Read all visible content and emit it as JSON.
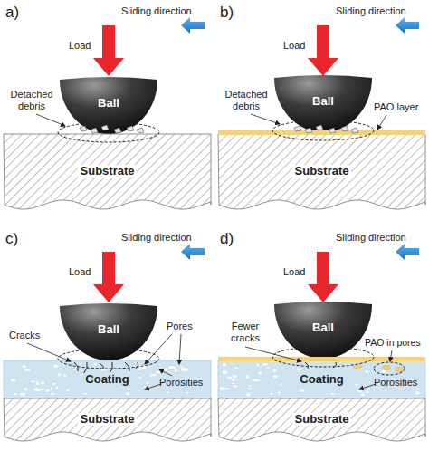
{
  "diagram": {
    "nodes": [
      {
        "text": [
          "Ball"
        ]
      },
      {
        "text": [
          "Substrate"
        ]
      },
      {
        "text": [
          "Ball"
        ]
      },
      {
        "text": [
          "Substrate"
        ]
      },
      {
        "text": [
          "Ball"
        ]
      },
      {
        "text": [
          "Coating"
        ]
      },
      {
        "text": [
          "Substrate"
        ]
      },
      {
        "text": [
          "Ball"
        ]
      },
      {
        "text": [
          "Coating"
        ]
      },
      {
        "text": [
          "Substrate"
        ]
      }
    ],
    "labels": [
      "a)",
      "Sliding direction",
      "Load",
      "Detached debris",
      "b)",
      "Sliding direction",
      "Load",
      "Detached debris",
      "PAO layer",
      "c)",
      "Sliding direction",
      "Load",
      "Cracks",
      "Pores",
      "Porosities",
      "d)",
      "Sliding direction",
      "Load",
      "Fewer cracks",
      "PAO in pores",
      "Porosities"
    ]
  }
}
